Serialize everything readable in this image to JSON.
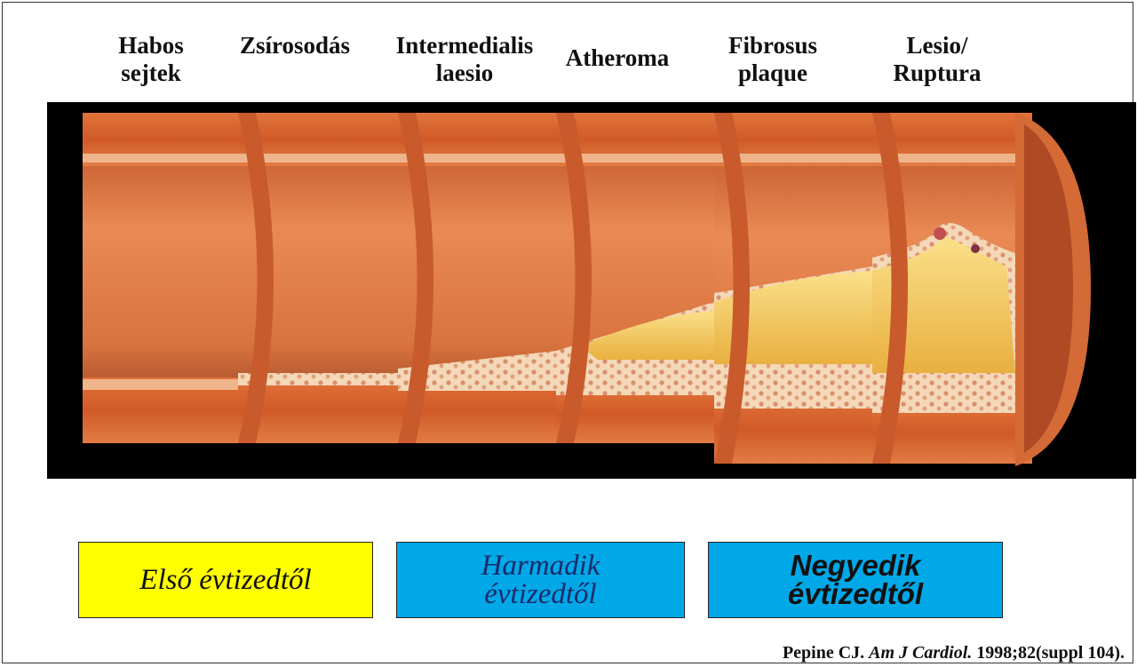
{
  "stages": [
    {
      "label": "Habos\nsejtek"
    },
    {
      "label": "Zsírosodás"
    },
    {
      "label": "Intermedialis\nlaesio"
    },
    {
      "label": "Atheroma"
    },
    {
      "label": "Fibrosus\nplaque"
    },
    {
      "label": "Lesio/\nRuptura"
    }
  ],
  "age_boxes": [
    {
      "text": "Első évtizedtől",
      "color": "#ffff00"
    },
    {
      "text": "Harmadik\névtizedtől",
      "color": "#00a8e8"
    },
    {
      "text": "Negyedik\névtizedtől",
      "color": "#00a8e8"
    }
  ],
  "citation": {
    "author": "Pepine CJ.",
    "journal": "Am J Cardiol.",
    "details": "1998;82(suppl 104)."
  },
  "colors": {
    "background_panel": "#000000",
    "wall": "#d8622e",
    "lumen": "#e58a52",
    "plaque": "#f5c65c"
  }
}
